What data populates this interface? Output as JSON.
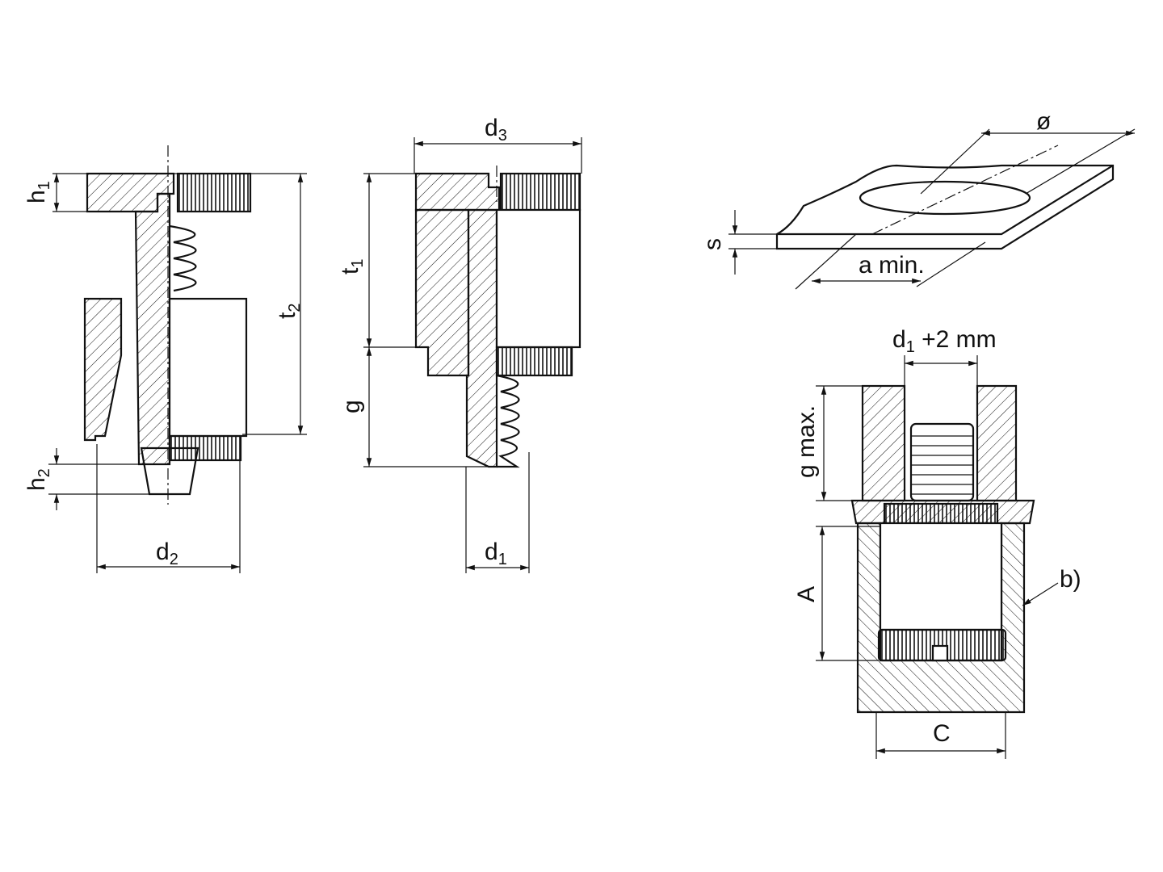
{
  "drawing_left": {
    "h1_label": "h",
    "h1_sub": "1",
    "h2_label": "h",
    "h2_sub": "2",
    "t2_label": "t",
    "t2_sub": "2",
    "d2_label": "d",
    "d2_sub": "2"
  },
  "drawing_middle": {
    "d3_label": "d",
    "d3_sub": "3",
    "t1_label": "t",
    "t1_sub": "1",
    "g_label": "g",
    "d1_label": "d",
    "d1_sub": "1"
  },
  "drawing_plate": {
    "diameter_label": "ø",
    "s_label": "s",
    "a_min_label": "a min."
  },
  "drawing_installed": {
    "hole_label": "d",
    "hole_sub": "1",
    "hole_suffix": " +2 mm",
    "g_max_label": "g max.",
    "A_label": "A",
    "b_label": "b)",
    "C_label": "C"
  }
}
